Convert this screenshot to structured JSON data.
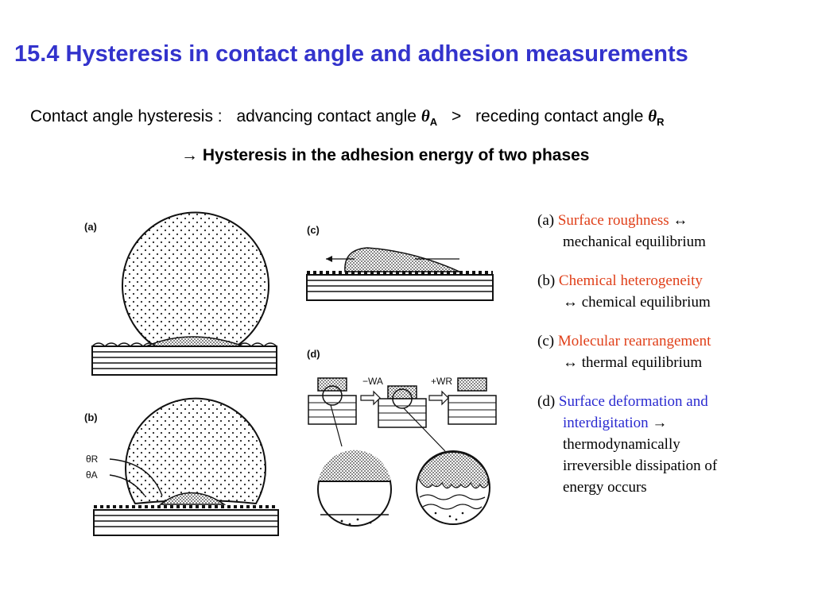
{
  "title": "15.4 Hysteresis in contact angle and adhesion measurements",
  "subtitle": {
    "prefix": "Contact angle hysteresis :",
    "advancing": "advancing contact angle",
    "theta_a": "θ",
    "sub_a": "A",
    "gt": ">",
    "receding": "receding contact angle",
    "theta_r": "θ",
    "sub_r": "R"
  },
  "conclusion": {
    "arrow": "→",
    "text": "Hysteresis in the adhesion energy of two phases"
  },
  "figure": {
    "label_a": "(a)",
    "label_b": "(b)",
    "label_c": "(c)",
    "label_d": "(d)",
    "theta_r_label": "θR",
    "theta_a_label": "θA",
    "wa_label": "−WA",
    "wr_label": "+WR"
  },
  "items": [
    {
      "marker": "(a)",
      "highlight": "Surface roughness",
      "highlight_color": "red",
      "rest1": "↔",
      "rest2": "mechanical equilibrium"
    },
    {
      "marker": "(b)",
      "highlight": "Chemical heterogeneity",
      "highlight_color": "red",
      "rest1": "",
      "rest2": "↔ chemical equilibrium"
    },
    {
      "marker": "(c)",
      "highlight": "Molecular rearrangement",
      "highlight_color": "red",
      "rest1": "",
      "rest2": "↔ thermal equilibrium"
    },
    {
      "marker": "(d)",
      "highlight": "Surface deformation and",
      "highlight2": "interdigitation",
      "highlight_color": "blue",
      "rest1": "→",
      "rest2": "thermodynamically",
      "rest3": "irreversible dissipation of",
      "rest4": "energy occurs"
    }
  ],
  "colors": {
    "title": "#3333cc",
    "red": "#e0401a",
    "blue": "#2a2ad0"
  }
}
